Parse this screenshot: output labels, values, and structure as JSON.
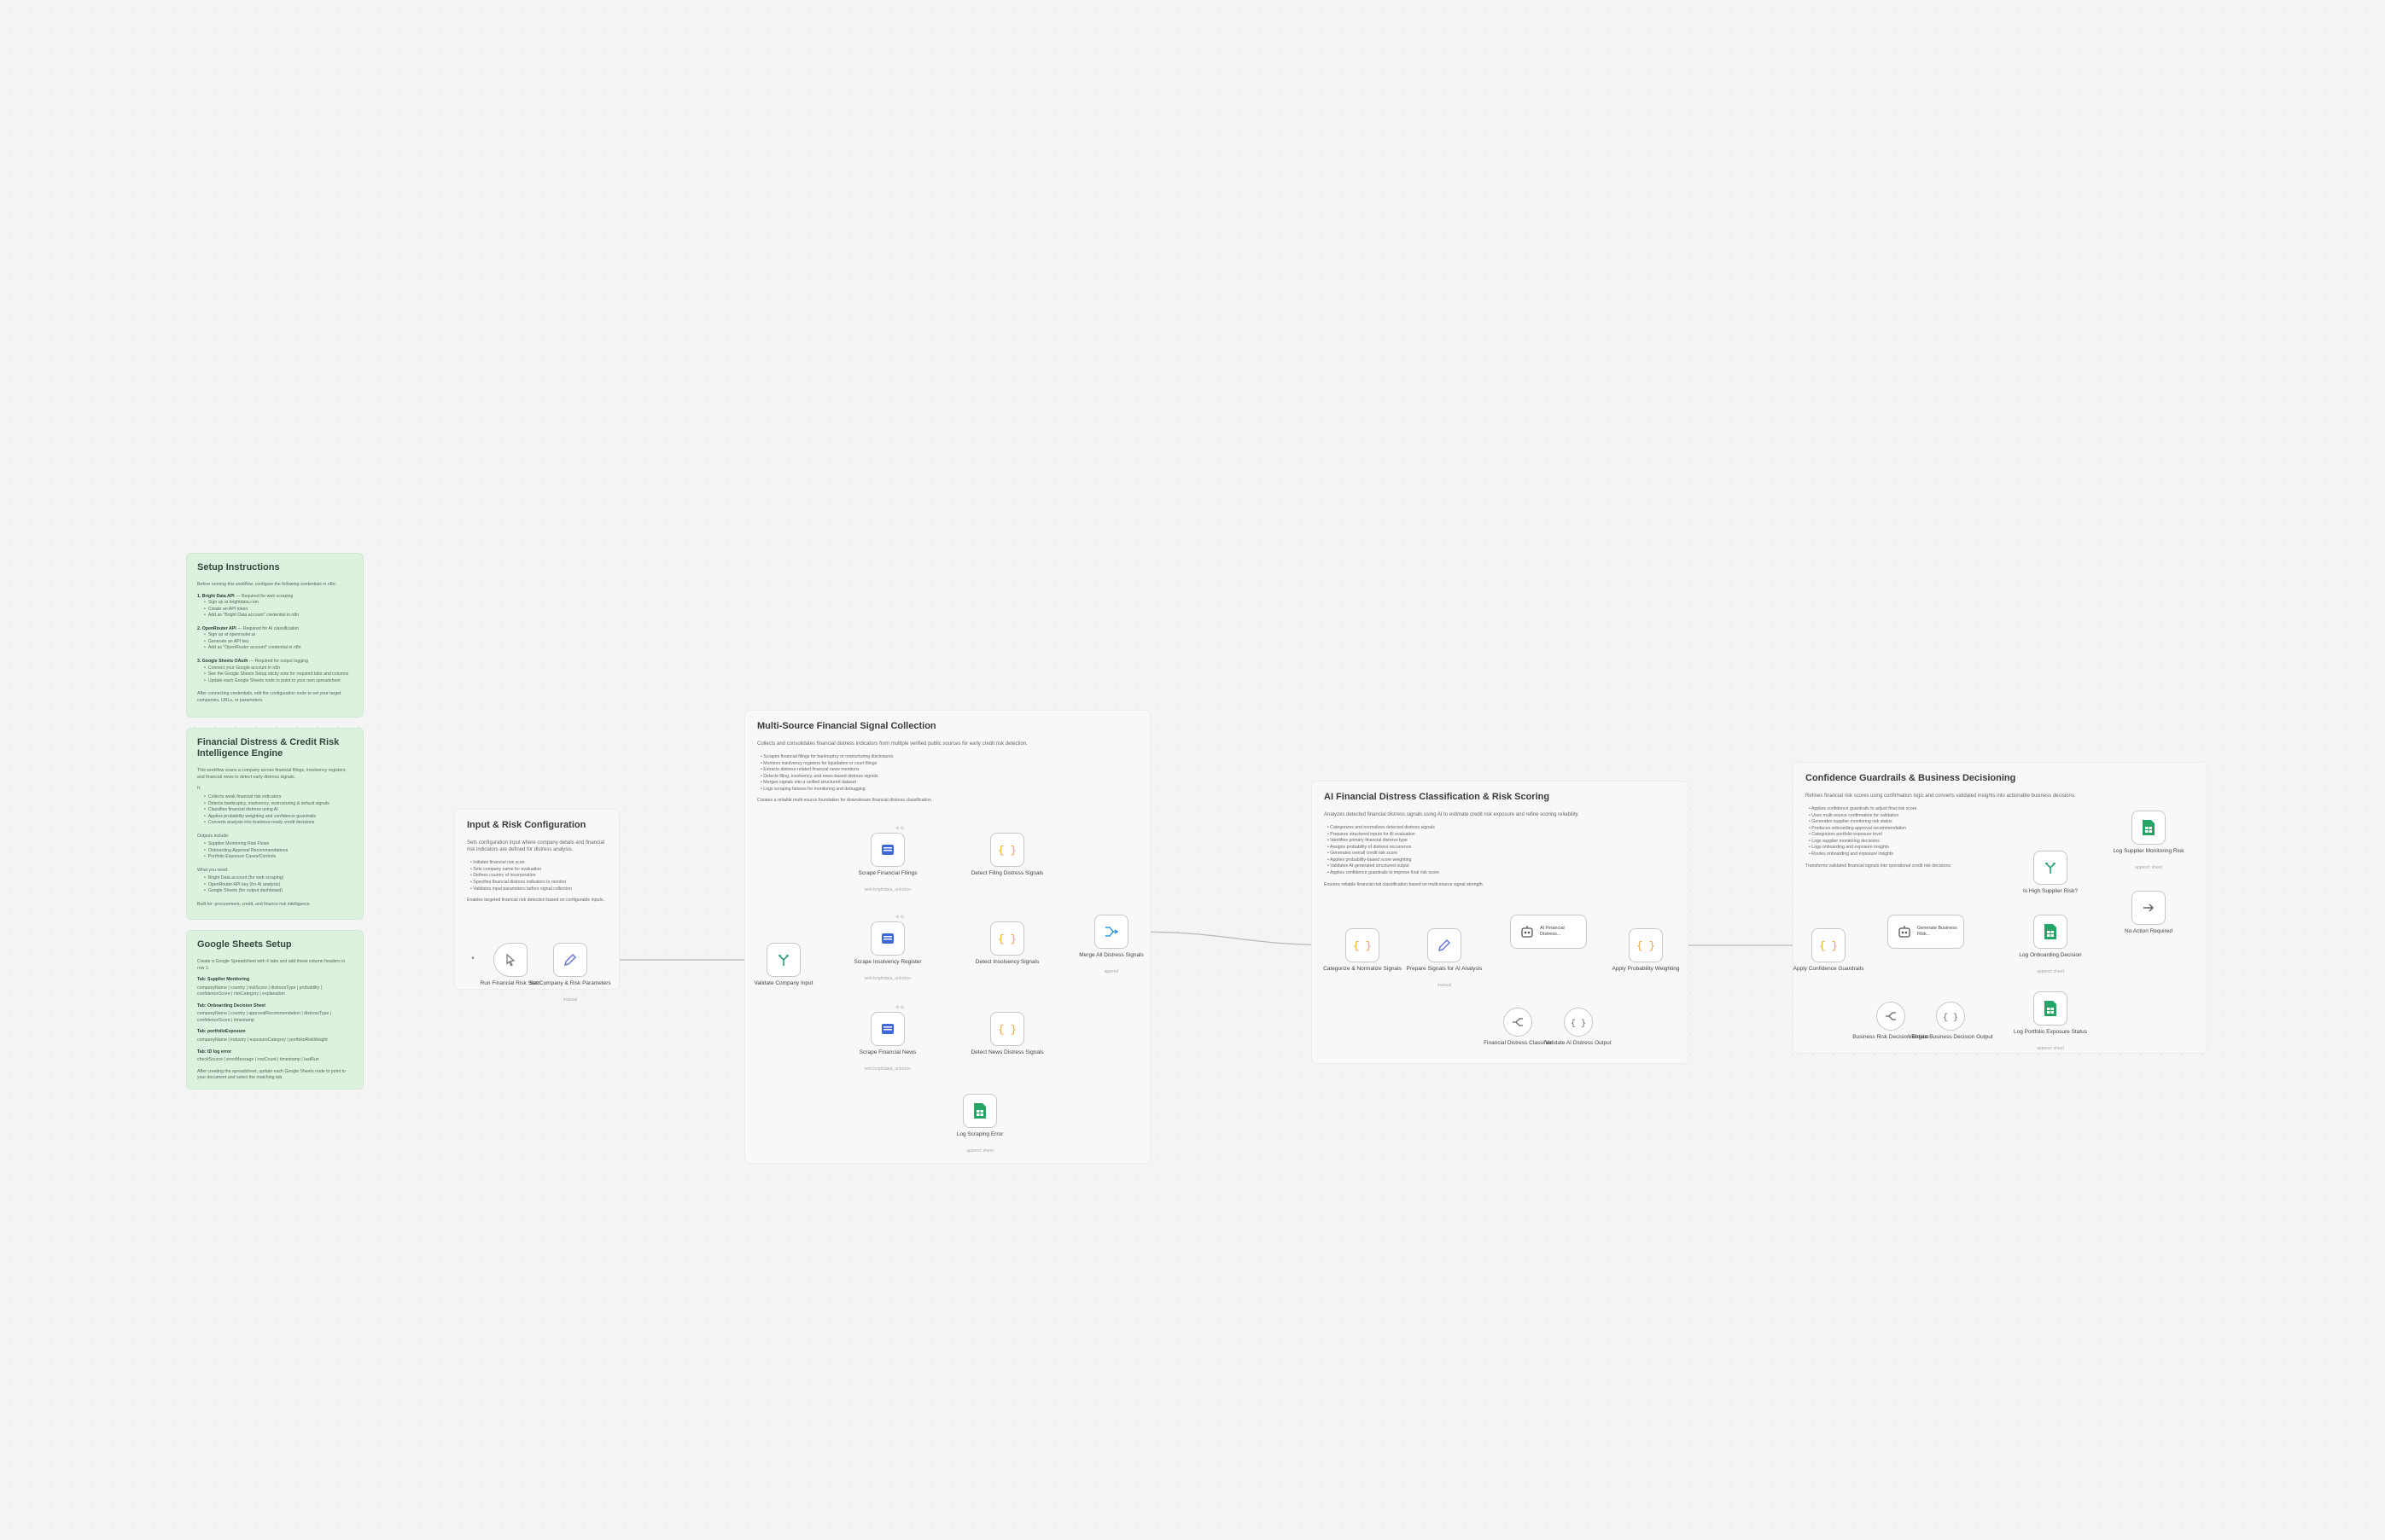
{
  "stickies": {
    "setup": {
      "title": "Setup Instructions",
      "intro": "Before running this workflow, configure the following credentials in n8n:",
      "sections": [
        {
          "head": "1. Bright Data API",
          "tail": " — Required for web scraping",
          "items": [
            "Sign up at brightdata.com",
            "Create an API token",
            "Add as \"Bright Data account\" credential in n8n"
          ]
        },
        {
          "head": "2. OpenRouter API",
          "tail": " — Required for AI classification",
          "items": [
            "Sign up at openrouter.ai",
            "Generate an API key",
            "Add as \"OpenRouter account\" credential in n8n"
          ]
        },
        {
          "head": "3. Google Sheets OAuth",
          "tail": " — Required for output logging",
          "items": [
            "Connect your Google account in n8n",
            "See the Google Sheets Setup sticky note for required tabs and columns",
            "Update each Google Sheets node to point to your own spreadsheet"
          ]
        }
      ],
      "footer": "After connecting credentials, edit the configuration node to set your target companies, URLs, or parameters."
    },
    "engine": {
      "title": "Financial Distress & Credit Risk Intelligence Engine",
      "intro": "This workflow scans a company across financial filings, insolvency registers, and financial news to detect early distress signals.",
      "list_head": "It:",
      "items": [
        "Collects weak financial risk indicators",
        "Detects bankruptcy, insolvency, restructuring & default signals",
        "Classifies financial distress using AI",
        "Applies probability weighting and confidence guardrails",
        "Converts analysis into business-ready credit decisions"
      ],
      "outputs_head": "Outputs include:",
      "outputs": [
        "Supplier Monitoring Risk Flows",
        "Onboarding Approval Recommendations",
        "Portfolio Exposure Cases/Controls"
      ],
      "when_head": "What you need:",
      "when": [
        "Bright Data account (for web scraping)",
        "OpenRouter API key (for AI analysis)",
        "Google Sheets (for output dashboard)"
      ],
      "footer": "Built for: procurement, credit, and finance risk intelligence"
    },
    "sheets": {
      "title": "Google Sheets Setup",
      "intro": "Create a Google Spreadsheet with 4 tabs and add these column headers in row 1:",
      "tabs": [
        {
          "name": "Tab: Supplier Monitoring",
          "cols": "companyName | country | riskScore | distressType | probability | confidenceScore | riskCategory | explanation"
        },
        {
          "name": "Tab: Onboarding Decision Sheet",
          "cols": "companyName | country | approvalRecommendation | distressType | confidenceScore | timestamp"
        },
        {
          "name": "Tab: portfolioExposure",
          "cols": "companyName | industry | exposureCategory | portfolioRiskWeight"
        },
        {
          "name": "Tab: ID log error",
          "cols": "checkSource | errorMessage | rowCount | timestamp | lastRun"
        }
      ],
      "footer": "After creating the spreadsheet, update each Google Sheets node to point to your document and select the matching tab."
    },
    "input": {
      "title": "Input & Risk Configuration",
      "desc": "Sets configuration input where company details and financial risk indicators are defined for distress analysis.",
      "items": [
        "Initiates financial risk scan",
        "Sets company name for evaluation",
        "Defines country of incorporation",
        "Specifies financial distress indicators to monitor",
        "Validates input parameters before signal collection"
      ],
      "note": "Enables targeted financial risk detection based on configurable inputs."
    },
    "collect": {
      "title": "Multi-Source Financial Signal Collection",
      "desc": "Collects and consolidates financial distress indicators from multiple verified public sources for early credit risk detection.",
      "items": [
        "Scrapes financial filings for bankruptcy or restructuring disclosures",
        "Monitors insolvency registers for liquidation or court filings",
        "Extracts distress-related financial news mentions",
        "Detects filing, insolvency, and news-based distress signals",
        "Merges signals into a unified structured dataset",
        "Logs scraping failures for monitoring and debugging"
      ],
      "note": "Creates a reliable multi-source foundation for downstream financial distress classification."
    },
    "ai": {
      "title": "AI Financial Distress Classification & Risk Scoring",
      "desc": "Analyzes detected financial distress signals using AI to estimate credit risk exposure and refine scoring reliability.",
      "items": [
        "Categorizes and normalizes detected distress signals",
        "Prepares structured inputs for AI evaluation",
        "Identifies primary financial distress type",
        "Assigns probability of distress occurrence",
        "Generates overall credit risk score",
        "Applies probability-based score weighting",
        "Validates AI-generated structured output",
        "Applies confidence guardrails to improve final risk score"
      ],
      "note": "Ensures reliable financial risk classification based on multi-source signal strength."
    },
    "confidence": {
      "title": "Confidence Guardrails & Business Decisioning",
      "desc": "Refines financial risk scores using confirmation logic and converts validated insights into actionable business decisions.",
      "items": [
        "Applies confidence guardrails to adjust final risk score",
        "Uses multi-source confirmation for validation",
        "Generates supplier monitoring risk status",
        "Produces onboarding approval recommendation",
        "Categorizes portfolio exposure level",
        "Logs supplier monitoring decisions",
        "Logs onboarding and exposure insights",
        "Routes onboarding and exposure insights"
      ],
      "note": "Transforms validated financial signals into operational credit risk decisions."
    }
  },
  "nodes": [
    {
      "id": "run",
      "label": "Run Financial Risk Scan",
      "sub": "",
      "icon": "pointer-icon"
    },
    {
      "id": "set",
      "label": "Set Company & Risk Parameters",
      "sub": "manual",
      "icon": "pencil-icon"
    },
    {
      "id": "validate",
      "label": "Validate Company Input",
      "sub": "",
      "icon": "if-icon"
    },
    {
      "id": "filings",
      "label": "Scrape Financial Filings",
      "sub": "web:brightdata_unlocker",
      "icon": "brightdata-icon"
    },
    {
      "id": "insolv",
      "label": "Scrape Insolvency Register",
      "sub": "web:brightdata_unlocker",
      "icon": "brightdata-icon"
    },
    {
      "id": "news",
      "label": "Scrape Financial News",
      "sub": "web:brightdata_unlocker",
      "icon": "brightdata-icon"
    },
    {
      "id": "dfiling",
      "label": "Detect Filing Distress Signals",
      "sub": "",
      "icon": "code-icon"
    },
    {
      "id": "dinsolv",
      "label": "Detect Insolvency Signals",
      "sub": "",
      "icon": "code-icon"
    },
    {
      "id": "dnews",
      "label": "Detect News Distress Signals",
      "sub": "",
      "icon": "code-icon"
    },
    {
      "id": "logscrape",
      "label": "Log Scraping Error",
      "sub": "append: sheet",
      "icon": "sheets-icon"
    },
    {
      "id": "merge",
      "label": "Merge All Distress Signals",
      "sub": "append",
      "icon": "merge-icon"
    },
    {
      "id": "categorize",
      "label": "Categorize & Normalize Signals",
      "sub": "",
      "icon": "code-icon"
    },
    {
      "id": "prepare",
      "label": "Prepare Signals for AI Analysis",
      "sub": "manual",
      "icon": "pencil-icon"
    },
    {
      "id": "aifin",
      "label": "AI Financial Distress...",
      "sub": "",
      "icon": "robot-icon"
    },
    {
      "id": "applyprob",
      "label": "Apply Probability Weighting",
      "sub": "",
      "icon": "code-icon"
    },
    {
      "id": "model1",
      "label": "Financial Distress Classifier",
      "sub": "",
      "icon": "openrouter-icon"
    },
    {
      "id": "parser1",
      "label": "Validate AI Distress Output",
      "sub": "",
      "icon": "parser-icon"
    },
    {
      "id": "applyconf",
      "label": "Apply Confidence Guardrails",
      "sub": "",
      "icon": "code-icon"
    },
    {
      "id": "generate",
      "label": "Generate Business Risk...",
      "sub": "",
      "icon": "robot-icon"
    },
    {
      "id": "model2",
      "label": "Business Risk Decision Engine",
      "sub": "",
      "icon": "openrouter-icon"
    },
    {
      "id": "parser2",
      "label": "Validate Business Decision Output",
      "sub": "",
      "icon": "parser-icon"
    },
    {
      "id": "ishigh",
      "label": "Is High Supplier Risk?",
      "sub": "",
      "icon": "if-icon"
    },
    {
      "id": "logsupp",
      "label": "Log Supplier Monitoring Risk",
      "sub": "append: sheet",
      "icon": "sheets-icon"
    },
    {
      "id": "noaction",
      "label": "No Action Required",
      "sub": "",
      "icon": "arrow-right-icon"
    },
    {
      "id": "logonb",
      "label": "Log Onboarding Decision",
      "sub": "append: sheet",
      "icon": "sheets-icon"
    },
    {
      "id": "logport",
      "label": "Log Portfolio Exposure Status",
      "sub": "append: sheet",
      "icon": "sheets-icon"
    }
  ],
  "badges": {
    "filings": "⊙ ⊙",
    "insolv": "⊙ ⊙",
    "news": "⊙ ⊙"
  },
  "colors": {
    "canvas": "#f4f4f4",
    "sticky_green": "#dcf2df",
    "sticky_white": "#f8f8f8",
    "edge": "#b8b8b8",
    "code": "#f0a030",
    "pencil": "#6a78d1",
    "brightdata": "#3d66d9",
    "sheets": "#22a565",
    "if": "#2aa07a"
  }
}
